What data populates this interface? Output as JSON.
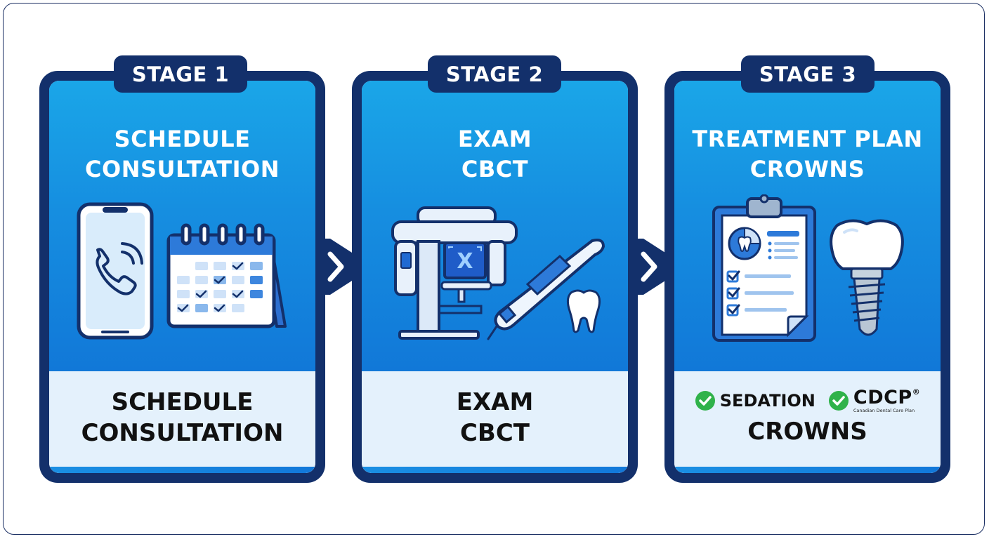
{
  "stages": [
    {
      "tab": "STAGE 1",
      "title_lines": [
        "SCHEDULE",
        "CONSULTATION"
      ],
      "bottom_lines": [
        "SCHEDULE",
        "CONSULTATION"
      ]
    },
    {
      "tab": "STAGE 2",
      "title_lines": [
        "EXAM",
        "CBCT"
      ],
      "bottom_lines": [
        "EXAM",
        "CBCT"
      ]
    },
    {
      "tab": "STAGE 3",
      "title_lines": [
        "TREATMENT PLAN",
        "CROWNS"
      ],
      "badges": {
        "sedation": "SEDATION",
        "cdcp": "CDCP",
        "cdcp_mark": "®",
        "cdcp_subtitle": "Canadian Dental Care Plan"
      },
      "bottom_lines": [
        "CROWNS"
      ]
    }
  ],
  "icons": {
    "stage1": [
      "smartphone-call-icon",
      "calendar-icon"
    ],
    "stage2": [
      "cbct-scanner-icon",
      "intraoral-scanner-icon",
      "tooth-icon"
    ],
    "stage3": [
      "treatment-plan-clipboard-icon",
      "dental-implant-crown-icon",
      "check-circle-icon"
    ],
    "connectors": [
      "chevron-right-arrow-icon"
    ]
  },
  "colors": {
    "navy": "#13306b",
    "blue_top": "#1aa6e8",
    "blue_bottom": "#1178d8",
    "panel_light": "#e4f1fc",
    "check_green": "#2fb24a"
  }
}
